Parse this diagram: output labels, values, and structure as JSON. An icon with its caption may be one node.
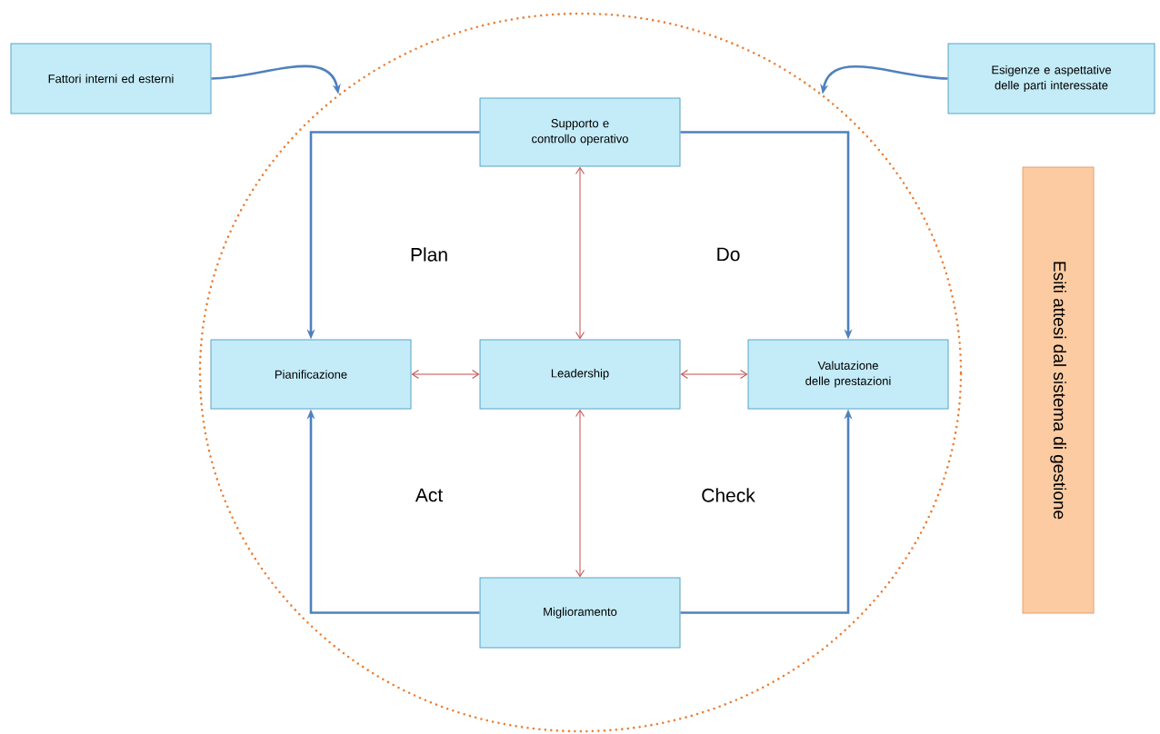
{
  "diagram": {
    "nodes": [
      {
        "text": [
          "Fattori interni ed esterni"
        ]
      },
      {
        "text": [
          "Esigenze e aspettative delle parti interessate"
        ]
      },
      {
        "text": [],
        "shape": "circle"
      },
      {
        "text": [
          "Supporto e controllo operativo"
        ],
        "in": 2
      },
      {
        "text": [
          "Pianificazione"
        ],
        "in": 2
      },
      {
        "text": [
          "Leadership"
        ],
        "in": 2
      },
      {
        "text": [
          "Valutazione delle prestazioni"
        ],
        "in": 2
      },
      {
        "text": [
          "Miglioramento"
        ],
        "in": 2
      },
      {
        "text": [
          "Esiti attesi dal sistema di gestione"
        ]
      }
    ],
    "edges": [
      {
        "from": 0,
        "to": 2,
        "arrow": "to"
      },
      {
        "from": 1,
        "to": 2,
        "arrow": "to"
      },
      {
        "from": 3,
        "to": 4,
        "arrow": "to"
      },
      {
        "from": 3,
        "to": 6,
        "arrow": "to"
      },
      {
        "from": 7,
        "to": 4,
        "arrow": "to"
      },
      {
        "from": 7,
        "to": 6,
        "arrow": "to"
      },
      {
        "from": 3,
        "to": 5,
        "arrow": "both",
        "color": "#c0504d"
      },
      {
        "from": 4,
        "to": 5,
        "arrow": "both",
        "color": "#c0504d"
      },
      {
        "from": 5,
        "to": 6,
        "arrow": "both",
        "color": "#c0504d"
      },
      {
        "from": 5,
        "to": 7,
        "arrow": "both",
        "color": "#c0504d"
      }
    ],
    "labels": [
      "Plan",
      "Do",
      "Act",
      "Check"
    ]
  }
}
